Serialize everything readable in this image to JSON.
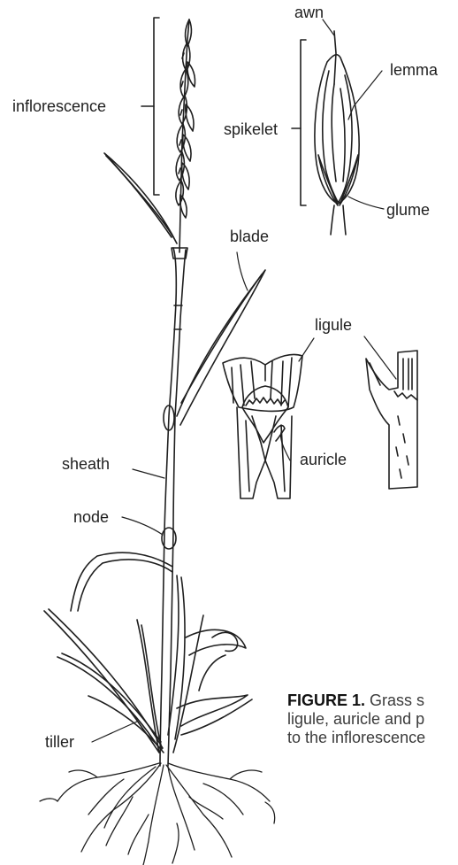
{
  "labels": {
    "awn": "awn",
    "lemma": "lemma",
    "inflorescence": "inflorescence",
    "spikelet": "spikelet",
    "glume": "glume",
    "blade": "blade",
    "ligule": "ligule",
    "auricle": "auricle",
    "sheath": "sheath",
    "node": "node",
    "tiller": "tiller"
  },
  "caption": {
    "title": "FIGURE 1.",
    "line1": " Grass s",
    "line2": "ligule, auricle and p",
    "line3": "to the inflorescence"
  },
  "colors": {
    "ink": "#1f1f1f",
    "caption_text": "#3b3b3b",
    "background": "#ffffff"
  }
}
